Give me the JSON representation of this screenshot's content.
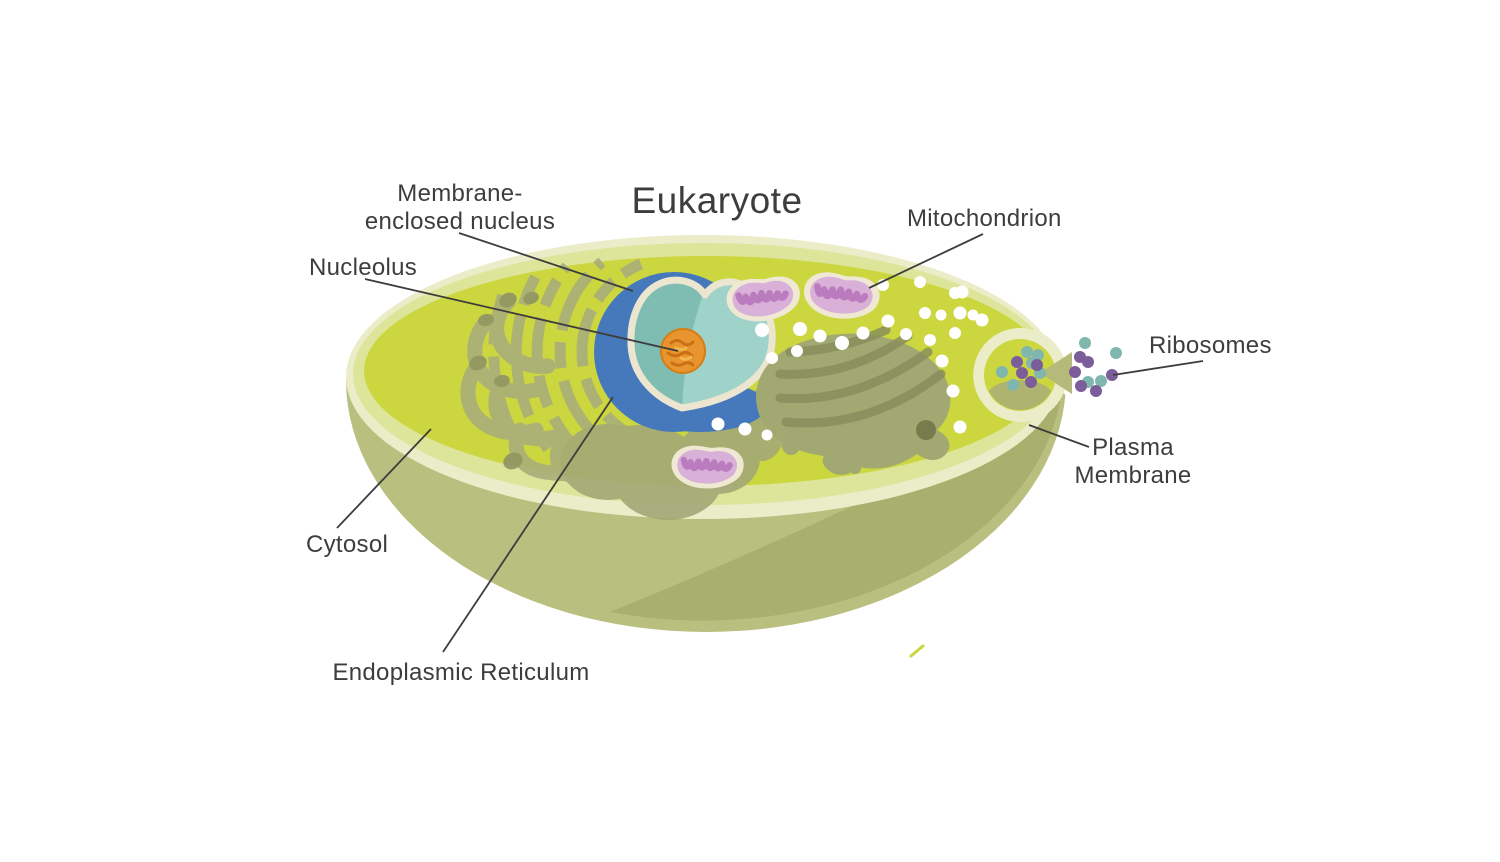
{
  "title": "Eukaryote",
  "labels": {
    "membrane_nucleus": [
      "Membrane-",
      "enclosed nucleus"
    ],
    "nucleolus": "Nucleolus",
    "mitochondrion": "Mitochondrion",
    "ribosomes": "Ribosomes",
    "plasma_membrane": [
      "Plasma",
      "Membrane"
    ],
    "cytosol": "Cytosol",
    "endoplasmic_reticulum": "Endoplasmic Reticulum"
  },
  "colors": {
    "background": "#ffffff",
    "text": "#3d3d3d",
    "pointer_line": "#3d3d3d",
    "cytosol": "#ccd63e",
    "membrane_cream": "#eaedc8",
    "outer_rim": "#dde59b",
    "cell_wall_light": "#b9bf7e",
    "cell_wall_shade": "#a9af6d",
    "nucleus_envelope_blue": "#4579bb",
    "nucleoplasm": "#9fd2c9",
    "nucleoplasm_shade": "#7fbcb1",
    "nucleus_outline": "#ece6d0",
    "nucleolus_orange": "#e8952f",
    "nucleolus_rim": "#d67d18",
    "nucleolus_dark": "#c97014",
    "nucleolus_light": "#f4b64e",
    "er_olive": "#a9ad7a",
    "er_cap": "#8e9366",
    "er_blob": "#a4a876",
    "golgi": "#a2a871",
    "golgi_ridge": "#868c5b",
    "golgi_vesicle_dark": "#767c4c",
    "mito_outline": "#efe9d4",
    "mito_body": "#d9b0d8",
    "mito_cristae": "#ba7cbf",
    "vesicle_white": "#ffffff",
    "ribosome_teal": "#7fb7ae",
    "ribosome_purple": "#7a5d99",
    "notch_tongue": "#b5ba7a",
    "notch_shade": "#aeb46f"
  }
}
